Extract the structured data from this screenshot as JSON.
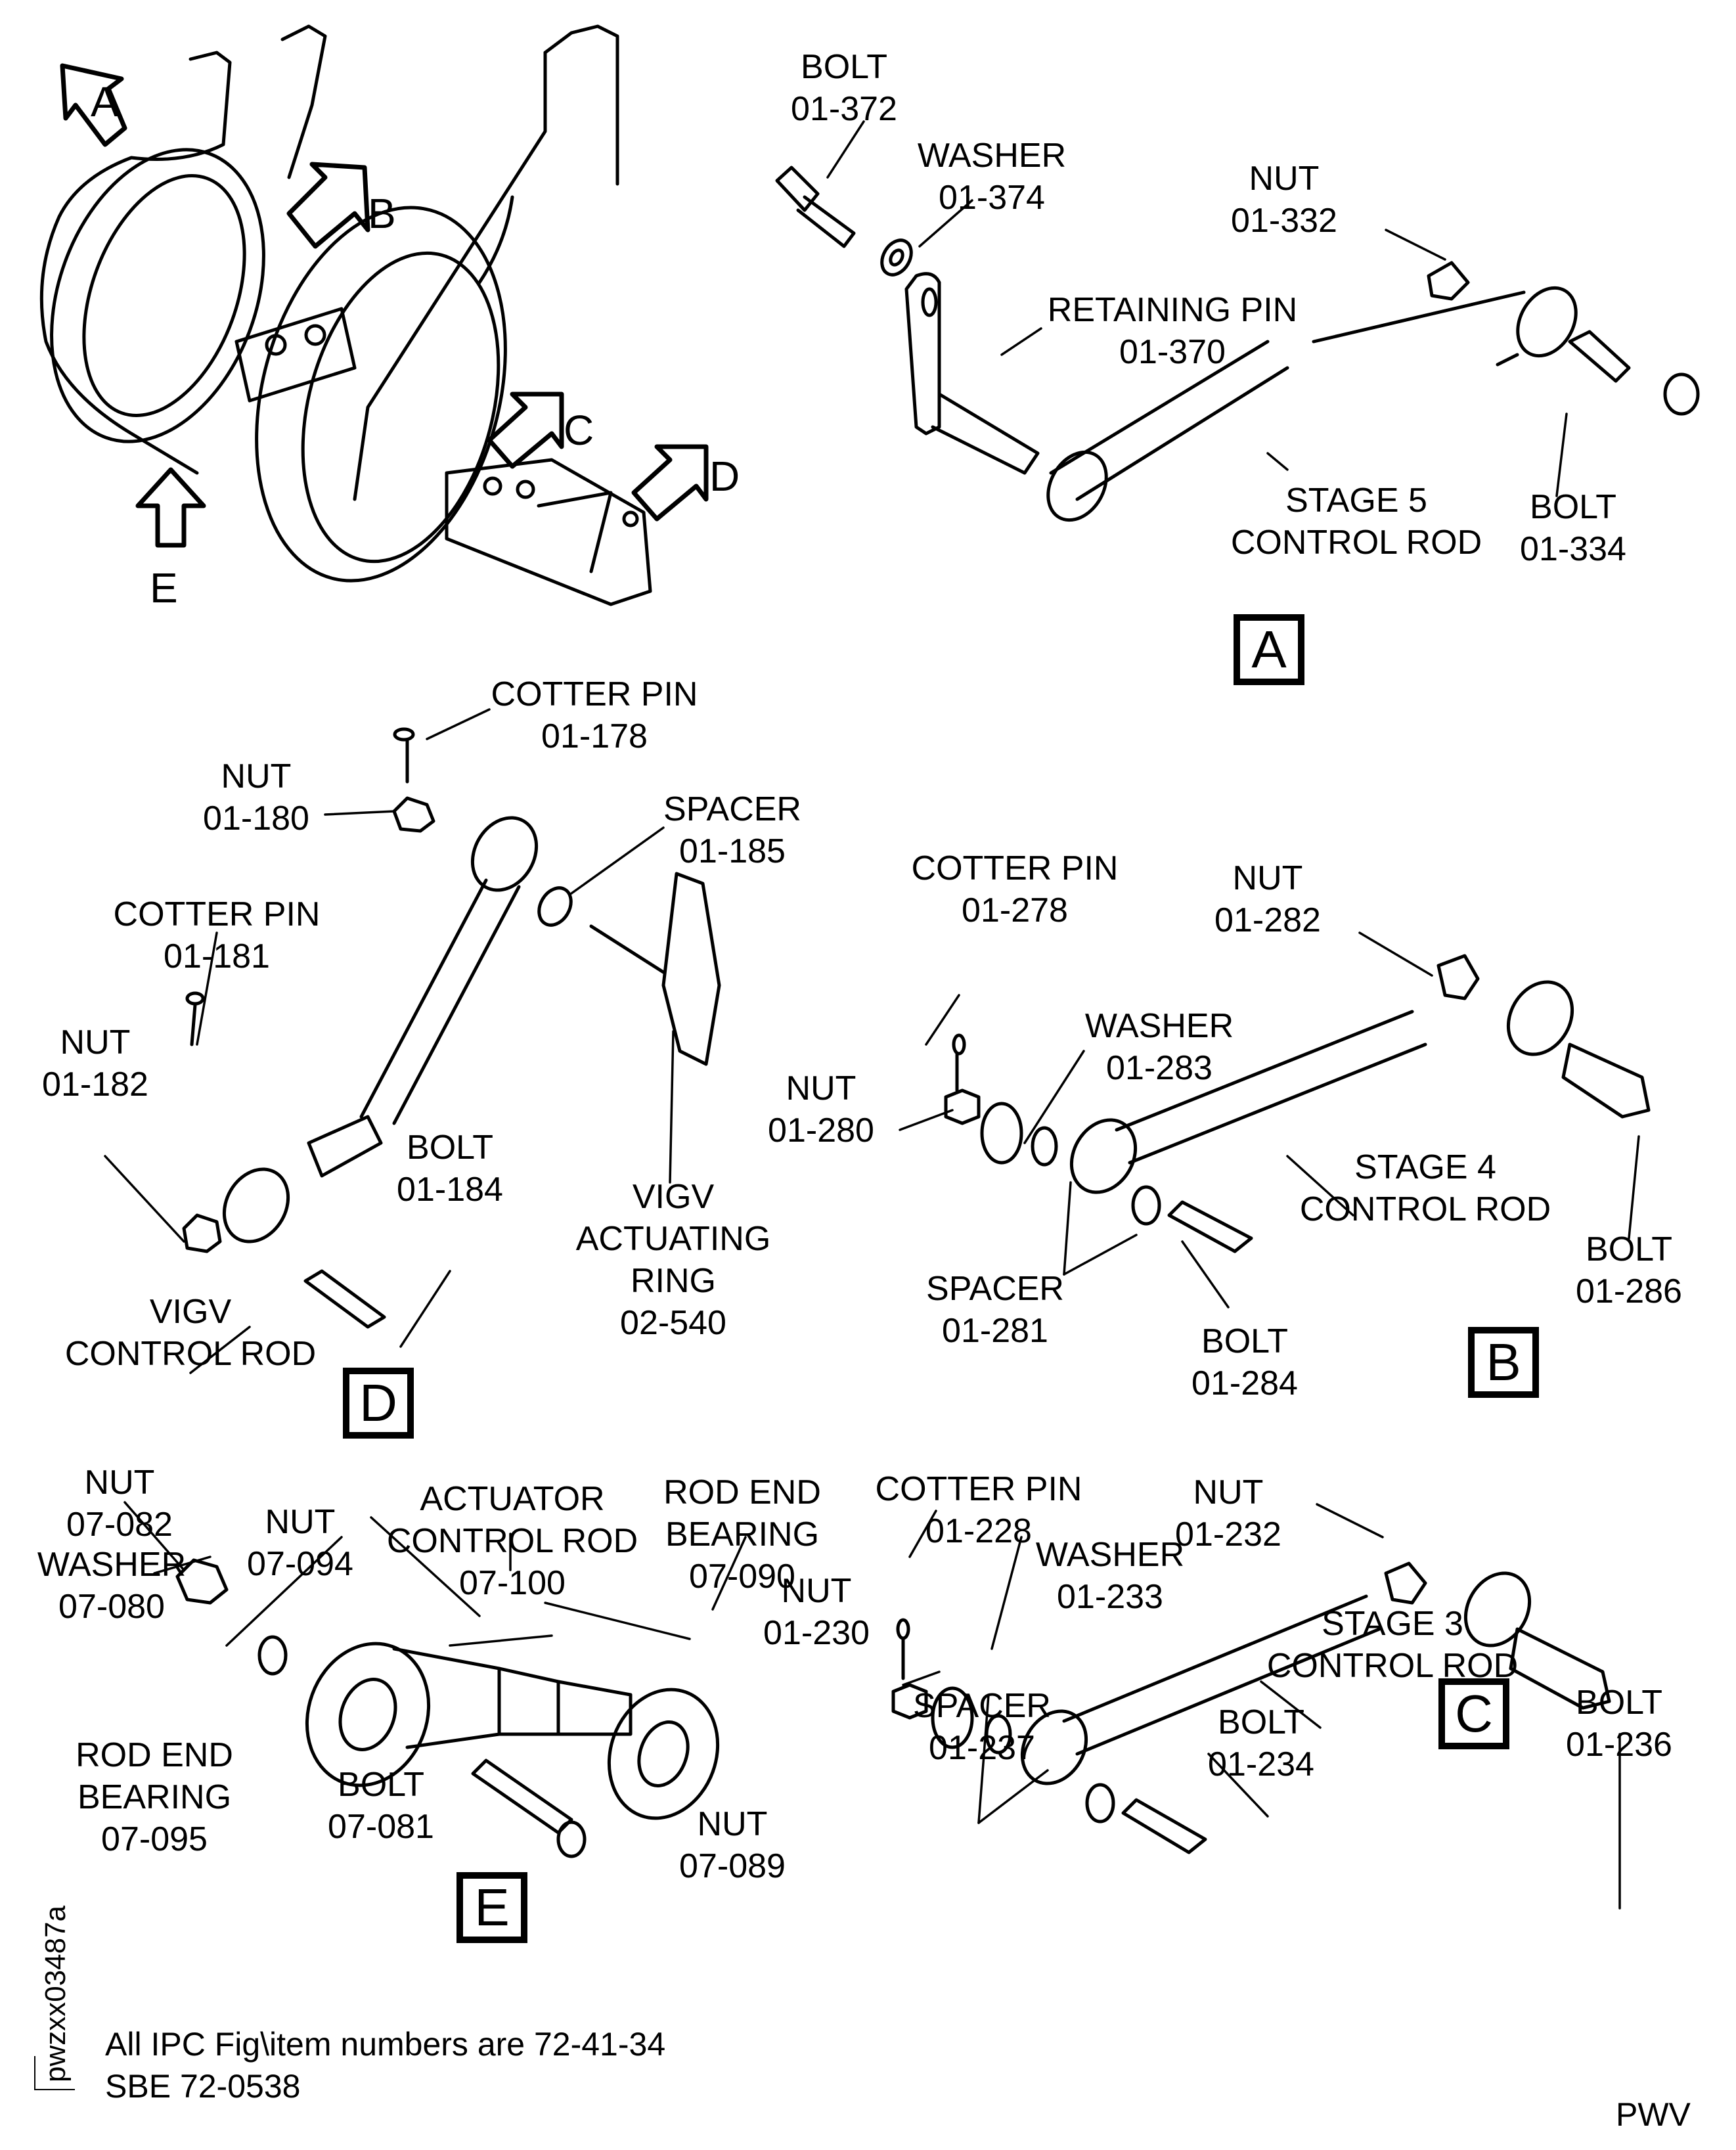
{
  "figure": {
    "overview": {
      "view_arrows": [
        "A",
        "B",
        "C",
        "D",
        "E"
      ]
    },
    "views": [
      {
        "id": "A",
        "callouts": [
          {
            "name": "BOLT",
            "number": "01-372"
          },
          {
            "name": "WASHER",
            "number": "01-374"
          },
          {
            "name": "NUT",
            "number": "01-332"
          },
          {
            "name": "RETAINING PIN",
            "number": "01-370"
          },
          {
            "name": "STAGE 5",
            "number": "CONTROL ROD"
          },
          {
            "name": "BOLT",
            "number": "01-334"
          }
        ]
      },
      {
        "id": "D",
        "callouts": [
          {
            "name": "COTTER PIN",
            "number": "01-178"
          },
          {
            "name": "NUT",
            "number": "01-180"
          },
          {
            "name": "SPACER",
            "number": "01-185"
          },
          {
            "name": "COTTER PIN",
            "number": "01-181"
          },
          {
            "name": "NUT",
            "number": "01-182"
          },
          {
            "name": "BOLT",
            "number": "01-184"
          },
          {
            "name": "VIGV",
            "number": "CONTROL ROD"
          },
          {
            "name": "VIGV ACTUATING RING",
            "lines": [
              "VIGV",
              "ACTUATING",
              "RING",
              "02-540"
            ]
          }
        ]
      },
      {
        "id": "B",
        "callouts": [
          {
            "name": "COTTER PIN",
            "number": "01-278"
          },
          {
            "name": "NUT",
            "number": "01-282"
          },
          {
            "name": "WASHER",
            "number": "01-283"
          },
          {
            "name": "NUT",
            "number": "01-280"
          },
          {
            "name": "STAGE 4",
            "number": "CONTROL ROD"
          },
          {
            "name": "SPACER",
            "number": "01-281"
          },
          {
            "name": "BOLT",
            "number": "01-284"
          },
          {
            "name": "BOLT",
            "number": "01-286"
          }
        ]
      },
      {
        "id": "E",
        "callouts": [
          {
            "name": "NUT",
            "number": "07-082"
          },
          {
            "name": "NUT",
            "number": "07-094"
          },
          {
            "name": "ACTUATOR CONTROL ROD",
            "lines": [
              "ACTUATOR",
              "CONTROL ROD",
              "07-100"
            ]
          },
          {
            "name": "ROD END BEARING",
            "lines": [
              "ROD END",
              "BEARING",
              "07-090"
            ]
          },
          {
            "name": "WASHER",
            "number": "07-080"
          },
          {
            "name": "ROD END BEARING",
            "lines": [
              "ROD END",
              "BEARING",
              "07-095"
            ]
          },
          {
            "name": "BOLT",
            "number": "07-081"
          },
          {
            "name": "NUT",
            "number": "07-089"
          }
        ]
      },
      {
        "id": "C",
        "callouts": [
          {
            "name": "COTTER PIN",
            "number": "01-228"
          },
          {
            "name": "NUT",
            "number": "01-232"
          },
          {
            "name": "WASHER",
            "number": "01-233"
          },
          {
            "name": "NUT",
            "number": "01-230"
          },
          {
            "name": "STAGE 3",
            "number": "CONTROL ROD"
          },
          {
            "name": "SPACER",
            "number": "01-237"
          },
          {
            "name": "BOLT",
            "number": "01-234"
          },
          {
            "name": "BOLT",
            "number": "01-236"
          }
        ]
      }
    ],
    "footer": {
      "note_line1": "All IPC Fig\\item numbers are 72-41-34",
      "note_line2": "SBE 72-0538",
      "drawing_code": "pwzxx03487a",
      "source_mark": "PWV"
    }
  }
}
